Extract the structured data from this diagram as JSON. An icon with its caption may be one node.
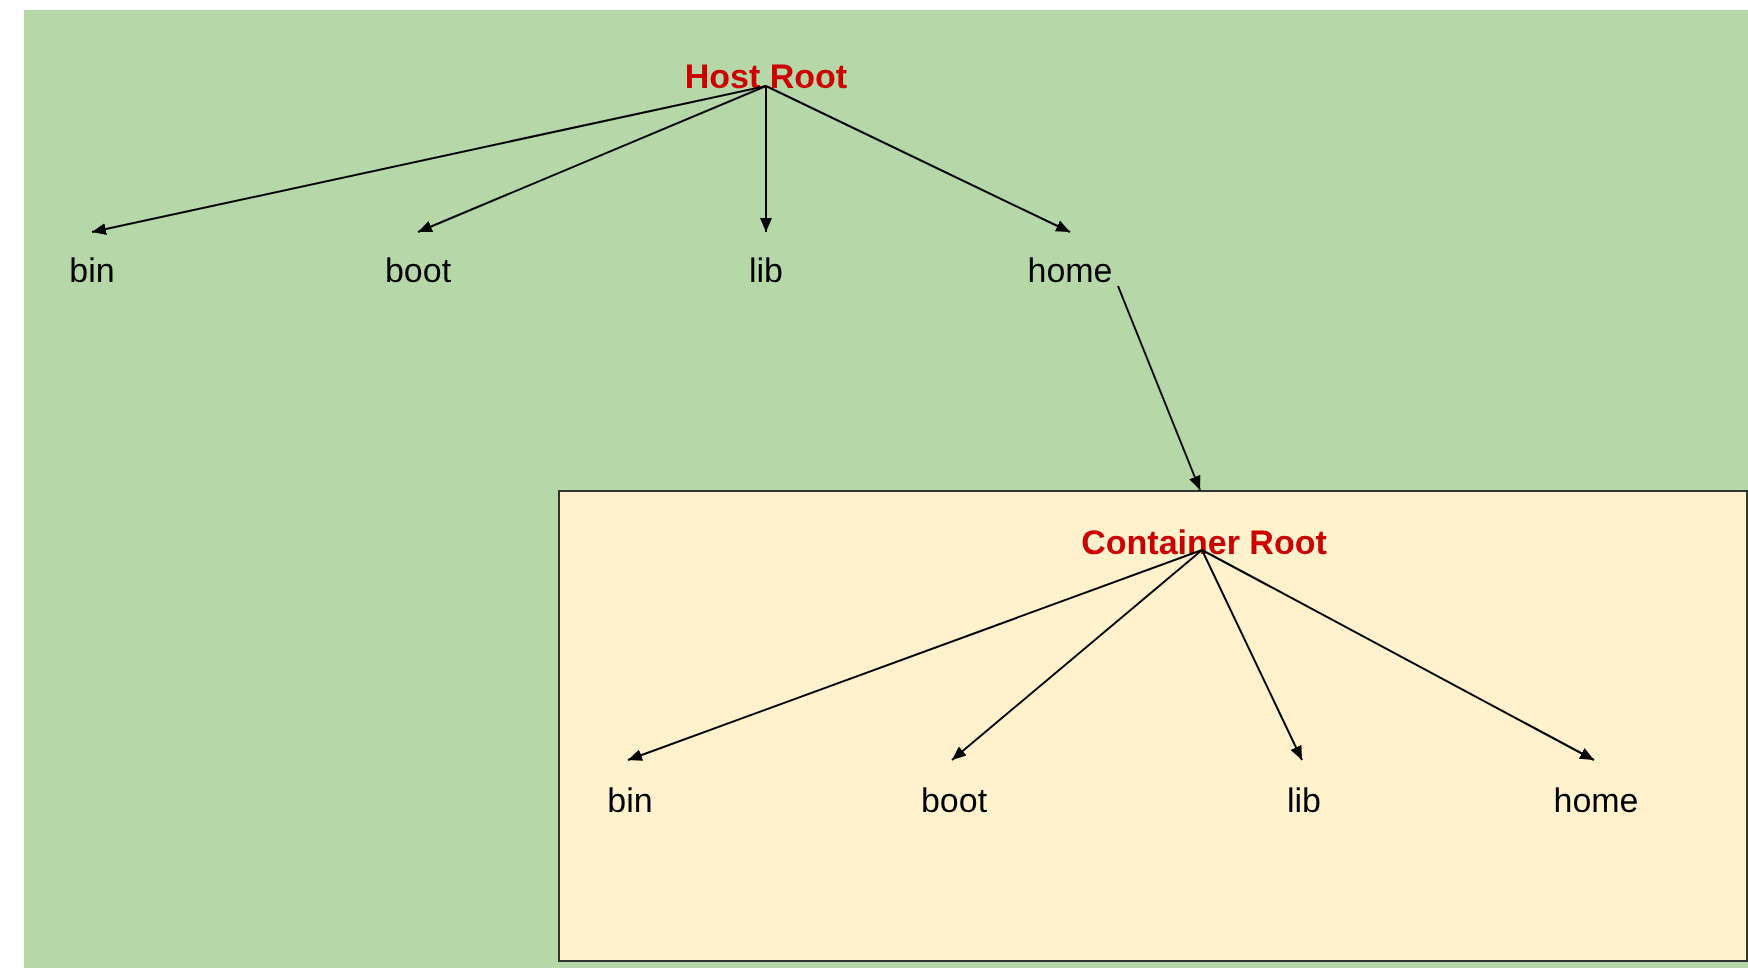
{
  "diagram": {
    "nodes": [
      {
        "text": [
          "Host Root"
        ]
      },
      {
        "text": [
          "bin"
        ]
      },
      {
        "text": [
          "boot"
        ]
      },
      {
        "text": [
          "lib"
        ]
      },
      {
        "text": [
          "home"
        ]
      },
      {
        "text": [],
        "shape": "box"
      },
      {
        "text": [
          "Container Root"
        ],
        "in": 5
      },
      {
        "text": [
          "bin"
        ],
        "in": 5
      },
      {
        "text": [
          "boot"
        ],
        "in": 5
      },
      {
        "text": [
          "lib"
        ],
        "in": 5
      },
      {
        "text": [
          "home"
        ],
        "in": 5
      }
    ],
    "edges": [
      {
        "from": 0,
        "to": 1,
        "arrow": "to"
      },
      {
        "from": 0,
        "to": 2,
        "arrow": "to"
      },
      {
        "from": 0,
        "to": 3,
        "arrow": "to"
      },
      {
        "from": 0,
        "to": 4,
        "arrow": "to"
      },
      {
        "from": 4,
        "to": 5,
        "arrow": "to"
      },
      {
        "from": 6,
        "to": 7,
        "arrow": "to"
      },
      {
        "from": 6,
        "to": 8,
        "arrow": "to"
      },
      {
        "from": 6,
        "to": 9,
        "arrow": "to"
      },
      {
        "from": 6,
        "to": 10,
        "arrow": "to"
      }
    ]
  }
}
